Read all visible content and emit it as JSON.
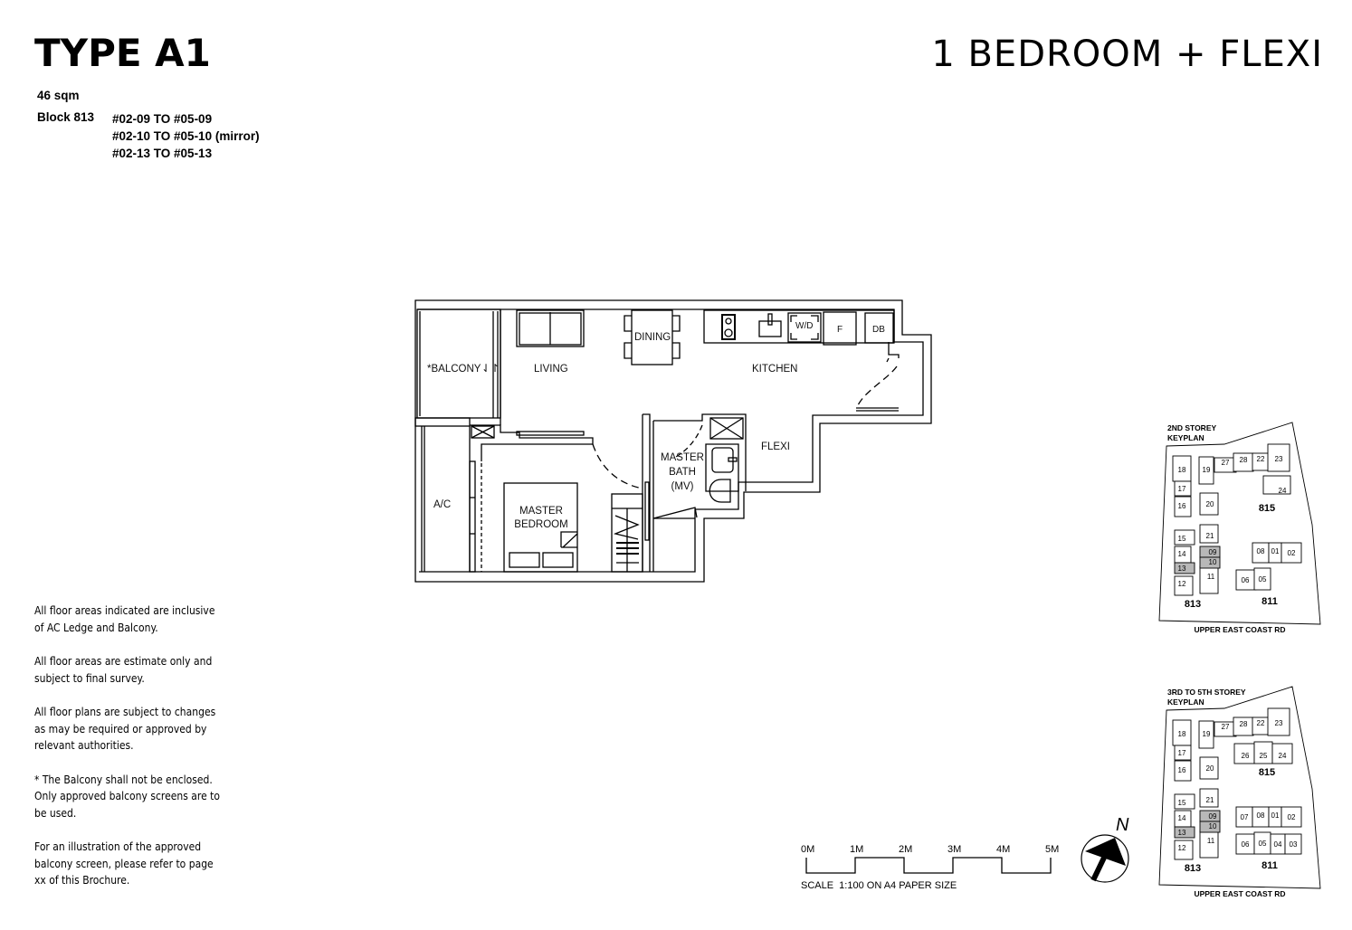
{
  "header": {
    "type_title": "TYPE A1",
    "unit_title": "1 BEDROOM + FLEXI",
    "area": "46 sqm",
    "block_label": "Block 813",
    "unit_ranges": [
      "#02-09 TO #05-09",
      "#02-10 TO #05-10 (mirror)",
      "#02-13 TO #05-13"
    ]
  },
  "floorplan": {
    "rooms": {
      "balcony": "*BALCONY",
      "living": "LIVING",
      "dining": "DINING",
      "kitchen": "KITCHEN",
      "flexi": "FLEXI",
      "ac": "A/C",
      "master_bedroom_1": "MASTER",
      "master_bedroom_2": "BEDROOM",
      "master_bath_1": "MASTER",
      "master_bath_2": "BATH",
      "master_bath_3": "(MV)"
    },
    "fixtures": {
      "washer_dryer": "W/D",
      "fridge": "F",
      "db": "DB"
    }
  },
  "notes": [
    "All floor areas indicated are inclusive of AC Ledge and Balcony.",
    "All floor areas are estimate only and subject to final survey.",
    "All floor plans are subject to changes as may be required or approved by relevant authorities.",
    "* The Balcony shall not be enclosed. Only approved balcony screens are to be used.",
    "For an illustration of the approved balcony screen, please refer to page xx of this Brochure."
  ],
  "scale_bar": {
    "ticks": [
      "0M",
      "1M",
      "2M",
      "3M",
      "4M",
      "5M"
    ],
    "caption": "SCALE  1:100 ON A4 PAPER SIZE"
  },
  "north": "N",
  "keyplans": [
    {
      "title_1": "2ND STOREY",
      "title_2": "KEYPLAN",
      "road": "UPPER EAST COAST RD",
      "blocks": {
        "b813": "813",
        "b815": "815",
        "b811": "811"
      },
      "units": [
        "18",
        "19",
        "27",
        "28",
        "22",
        "23",
        "24",
        "17",
        "16",
        "20",
        "15",
        "21",
        "14",
        "09",
        "13",
        "10",
        "12",
        "11",
        "08",
        "01",
        "02",
        "06",
        "05"
      ],
      "highlighted": [
        "09",
        "10",
        "13"
      ]
    },
    {
      "title_1": "3RD TO 5TH STOREY",
      "title_2": "KEYPLAN",
      "road": "UPPER EAST COAST RD",
      "blocks": {
        "b813": "813",
        "b815": "815",
        "b811": "811"
      },
      "units": [
        "18",
        "19",
        "27",
        "28",
        "22",
        "23",
        "26",
        "25",
        "24",
        "17",
        "16",
        "20",
        "15",
        "21",
        "14",
        "09",
        "13",
        "10",
        "12",
        "11",
        "07",
        "08",
        "01",
        "02",
        "06",
        "05",
        "04",
        "03"
      ],
      "highlighted": [
        "09",
        "10",
        "13"
      ]
    }
  ],
  "colors": {
    "highlight": "#b8b8b8",
    "line": "#000000"
  }
}
